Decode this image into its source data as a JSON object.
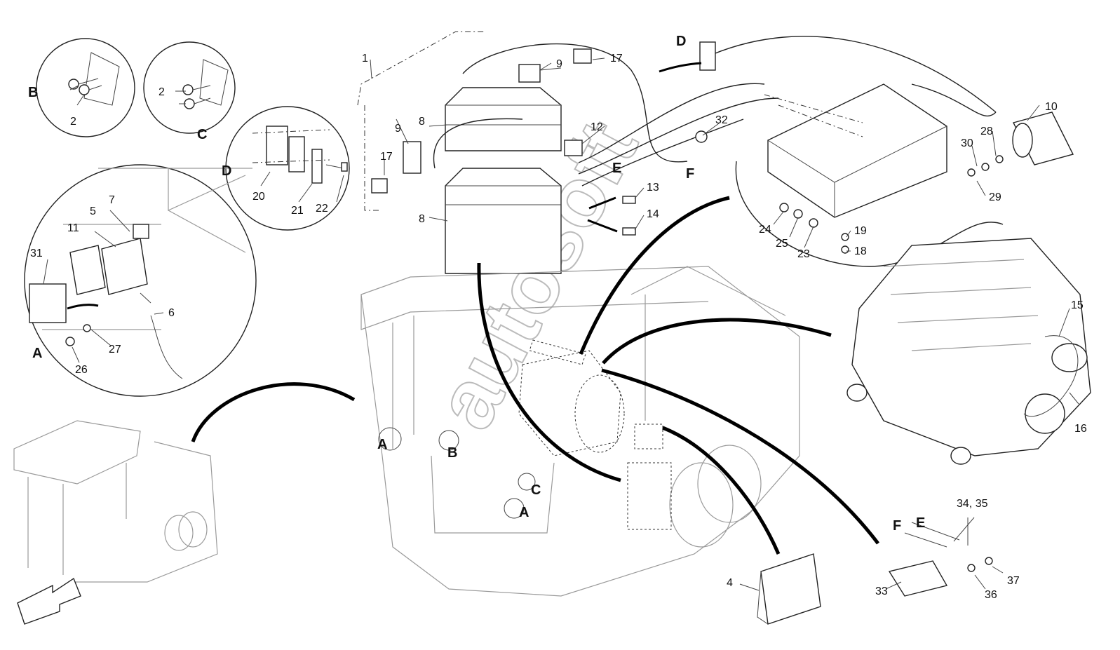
{
  "watermark": "autosoft",
  "part_numbers": {
    "p1": "1",
    "p2a": "2",
    "p2b": "2",
    "p4": "4",
    "p5": "5",
    "p6": "6",
    "p7": "7",
    "p8a": "8",
    "p8b": "8",
    "p9a": "9",
    "p9b": "9",
    "p10": "10",
    "p11": "11",
    "p12": "12",
    "p13": "13",
    "p14": "14",
    "p15": "15",
    "p16": "16",
    "p17a": "17",
    "p17b": "17",
    "p18": "18",
    "p19": "19",
    "p20": "20",
    "p21": "21",
    "p22": "22",
    "p23": "23",
    "p24": "24",
    "p25": "25",
    "p26": "26",
    "p27": "27",
    "p28": "28",
    "p29": "29",
    "p30": "30",
    "p31": "31",
    "p32": "32",
    "p33": "33",
    "p34_35": "34, 35",
    "p36": "36",
    "p37": "37"
  },
  "view_letters": {
    "A_detail": "A",
    "B_detail": "B",
    "C_detail": "C",
    "D_detail": "D",
    "D_ref": "D",
    "E_ref": "E",
    "F_ref": "F",
    "E_plate": "E",
    "F_plate": "F",
    "A_mark1": "A",
    "B_mark": "B",
    "C_mark": "C",
    "A_mark2": "A"
  }
}
